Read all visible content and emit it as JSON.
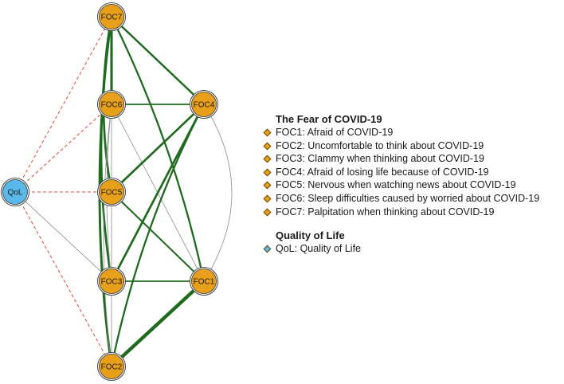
{
  "colors": {
    "foc_node": "#E8A01A",
    "qol_node": "#5BB8EA",
    "positive_edge": "#1E6B1E",
    "negative_edge": "#E0463C",
    "weak_edge": "#8C8C8C"
  },
  "nodes": [
    {
      "id": "FOC7",
      "label": "FOC7",
      "group": "foc"
    },
    {
      "id": "FOC6",
      "label": "FOC6",
      "group": "foc"
    },
    {
      "id": "FOC4",
      "label": "FOC4",
      "group": "foc"
    },
    {
      "id": "FOC5",
      "label": "FOC5",
      "group": "foc"
    },
    {
      "id": "FOC3",
      "label": "FOC3",
      "group": "foc"
    },
    {
      "id": "FOC1",
      "label": "FOC1",
      "group": "foc"
    },
    {
      "id": "FOC2",
      "label": "FOC2",
      "group": "foc"
    },
    {
      "id": "QoL",
      "label": "QoL",
      "group": "qol"
    }
  ],
  "edges": [
    {
      "from": "QoL",
      "to": "FOC7",
      "sign": "negative",
      "weight": 0.15
    },
    {
      "from": "QoL",
      "to": "FOC6",
      "sign": "negative",
      "weight": 0.15
    },
    {
      "from": "QoL",
      "to": "FOC5",
      "sign": "negative",
      "weight": 0.15
    },
    {
      "from": "QoL",
      "to": "FOC2",
      "sign": "negative",
      "weight": 0.15
    },
    {
      "from": "QoL",
      "to": "FOC3",
      "sign": "positive",
      "weight": 0.05
    },
    {
      "from": "FOC7",
      "to": "FOC6",
      "sign": "positive",
      "weight": 0.55
    },
    {
      "from": "FOC7",
      "to": "FOC4",
      "sign": "positive",
      "weight": 0.4
    },
    {
      "from": "FOC7",
      "to": "FOC5",
      "sign": "positive",
      "weight": 0.45
    },
    {
      "from": "FOC7",
      "to": "FOC3",
      "sign": "positive",
      "weight": 0.45
    },
    {
      "from": "FOC7",
      "to": "FOC2",
      "sign": "positive",
      "weight": 0.5
    },
    {
      "from": "FOC7",
      "to": "FOC1",
      "sign": "positive",
      "weight": 0.35
    },
    {
      "from": "FOC6",
      "to": "FOC4",
      "sign": "positive",
      "weight": 0.25
    },
    {
      "from": "FOC6",
      "to": "FOC5",
      "sign": "positive",
      "weight": 0.05
    },
    {
      "from": "FOC6",
      "to": "FOC3",
      "sign": "positive",
      "weight": 0.05
    },
    {
      "from": "FOC6",
      "to": "FOC1",
      "sign": "positive",
      "weight": 0.05
    },
    {
      "from": "FOC6",
      "to": "FOC2",
      "sign": "positive",
      "weight": 0.05
    },
    {
      "from": "FOC4",
      "to": "FOC5",
      "sign": "positive",
      "weight": 0.45
    },
    {
      "from": "FOC4",
      "to": "FOC3",
      "sign": "positive",
      "weight": 0.45
    },
    {
      "from": "FOC4",
      "to": "FOC1",
      "sign": "positive",
      "weight": 0.05
    },
    {
      "from": "FOC4",
      "to": "FOC2",
      "sign": "positive",
      "weight": 0.35
    },
    {
      "from": "FOC5",
      "to": "FOC1",
      "sign": "positive",
      "weight": 0.3
    },
    {
      "from": "FOC5",
      "to": "FOC3",
      "sign": "positive",
      "weight": 0.05
    },
    {
      "from": "FOC3",
      "to": "FOC1",
      "sign": "positive",
      "weight": 0.2
    },
    {
      "from": "FOC3",
      "to": "FOC2",
      "sign": "positive",
      "weight": 0.05
    },
    {
      "from": "FOC1",
      "to": "FOC2",
      "sign": "positive",
      "weight": 0.85
    }
  ],
  "legend": {
    "groups": [
      {
        "title": "The Fear of COVID-19",
        "color_key": "foc_node",
        "items": [
          "FOC1: Afraid of COVID-19",
          "FOC2: Uncomfortable to think about COVID-19",
          "FOC3: Clammy when thinking about COVID-19",
          "FOC4: Afraid of losing life because of COVID-19",
          "FOC5: Nervous when watching news about COVID-19",
          "FOC6: Sleep difficulties caused by worried about COVID-19",
          "FOC7: Palpitation when thinking about COVID-19"
        ]
      },
      {
        "title": "Quality of Life",
        "color_key": "qol_node",
        "items": [
          "QoL: Quality of Life"
        ]
      }
    ]
  }
}
